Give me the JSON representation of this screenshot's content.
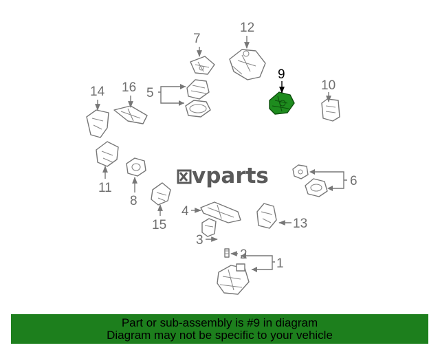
{
  "diagram": {
    "watermark": "vparts",
    "highlight_color": "#1e8c1e",
    "highlighted_callout": "9",
    "callouts": [
      "1",
      "2",
      "3",
      "4",
      "5",
      "6",
      "7",
      "8",
      "9",
      "10",
      "11",
      "12",
      "13",
      "14",
      "15",
      "16"
    ]
  },
  "footer": {
    "line1": "Part or sub-assembly is #9 in diagram",
    "line2": "Diagram may not be specific to your vehicle",
    "background": "#1d7f1d"
  }
}
